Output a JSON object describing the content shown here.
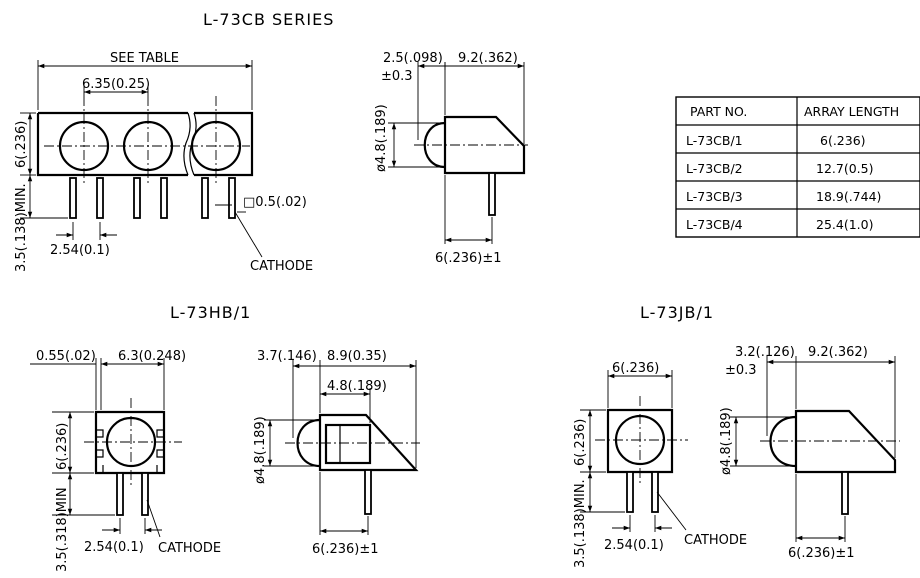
{
  "titles": {
    "cb_series": "L-73CB SERIES",
    "hb": "L-73HB/1",
    "jb": "L-73JB/1"
  },
  "cb_front": {
    "see_table": "SEE TABLE",
    "pitch": "6.35(0.25)",
    "height": "6(.236)",
    "lead_min": "3.5(.138)MIN.",
    "lead_spacing": "2.54(0.1)",
    "lead_square": "□0.5(.02)",
    "cathode": "CATHODE"
  },
  "cb_side": {
    "tip": "2.5(.098)",
    "tol": "±0.3",
    "depth": "9.2(.362)",
    "diameter": "ø4.8(.189)",
    "lead_offset": "6(.236)±1"
  },
  "table": {
    "headers": [
      "PART NO.",
      "ARRAY LENGTH"
    ],
    "rows": [
      [
        "L-73CB/1",
        "6(.236)"
      ],
      [
        "L-73CB/2",
        "12.7(0.5)"
      ],
      [
        "L-73CB/3",
        "18.9(.744)"
      ],
      [
        "L-73CB/4",
        "25.4(1.0)"
      ]
    ]
  },
  "hb_front": {
    "wall": "0.55(.02)",
    "width": "6.3(0.248)",
    "height": "6(.236)",
    "lead_min": "3.5(.318)MIN",
    "lead_spacing": "2.54(0.1)",
    "cathode": "CATHODE"
  },
  "hb_side": {
    "tip": "3.7(.146)",
    "depth": "8.9(0.35)",
    "inner": "4.8(.189)",
    "diameter": "ø4.8(.189)",
    "lead_offset": "6(.236)±1"
  },
  "jb_front": {
    "width": "6(.236)",
    "height": "6(.236)",
    "lead_min": "3.5(.138)MIN.",
    "lead_spacing": "2.54(0.1)",
    "cathode": "CATHODE"
  },
  "jb_side": {
    "tip": "3.2(.126)",
    "tol": "±0.3",
    "depth": "9.2(.362)",
    "diameter": "ø4.8(.189)",
    "lead_offset": "6(.236)±1"
  }
}
